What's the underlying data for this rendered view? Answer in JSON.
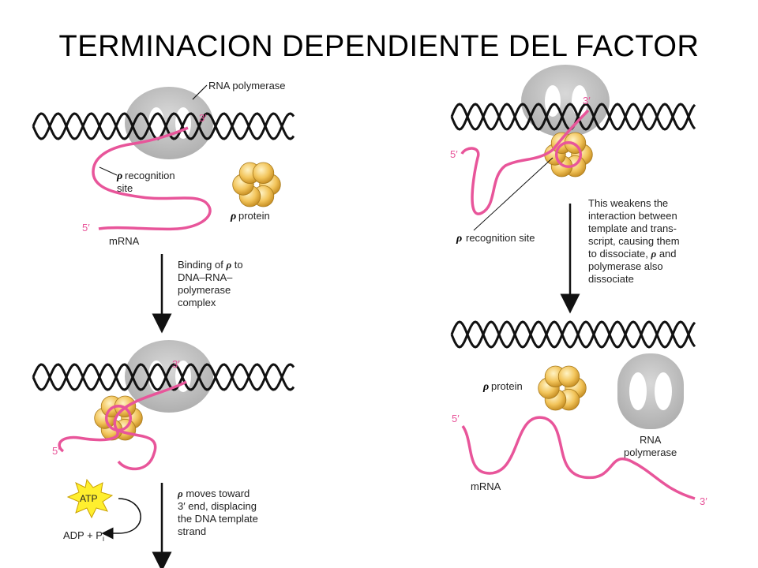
{
  "title": "TERMINACION DEPENDIENTE DEL FACTOR",
  "panel1": {
    "polymerase_label": "RNA polymerase",
    "three_prime": "3′",
    "five_prime": "5′",
    "recognition_line1": "recognition",
    "recognition_line2": "site",
    "rho_symbol": "ρ",
    "protein_label": "protein",
    "mrna_label": "mRNA"
  },
  "arrow1": {
    "line1_prefix": "Binding of",
    "line1_suffix": "to",
    "line2": "DNA–RNA–",
    "line3": "polymerase",
    "line4": "complex"
  },
  "panel2": {
    "three_prime": "3′",
    "five_prime": "5′"
  },
  "arrow2": {
    "atp": "ATP",
    "adp": "ADP + P",
    "adp_sub": "i",
    "line1_suffix": "moves toward",
    "line2": "3′ end, displacing",
    "line3": "the DNA template",
    "line4": "strand"
  },
  "panel3": {
    "three_prime": "3′",
    "five_prime": "5′",
    "recognition_label": "recognition site"
  },
  "arrow3": {
    "line1": "This weakens the",
    "line2": "interaction between",
    "line3": "template and trans-",
    "line4": "script, causing them",
    "line5": "to dissociate,",
    "line5_suffix": "and",
    "line6": "polymerase also",
    "line7": "dissociate"
  },
  "panel4": {
    "protein_label": "protein",
    "five_prime": "5′",
    "three_prime": "3′",
    "mrna_label": "mRNA",
    "rna_line1": "RNA",
    "rna_line2": "polymerase"
  },
  "colors": {
    "dna": "#111111",
    "rna": "#e8559a",
    "polymerase": "#bdbdbd",
    "rho": "#f2c45a"
  }
}
